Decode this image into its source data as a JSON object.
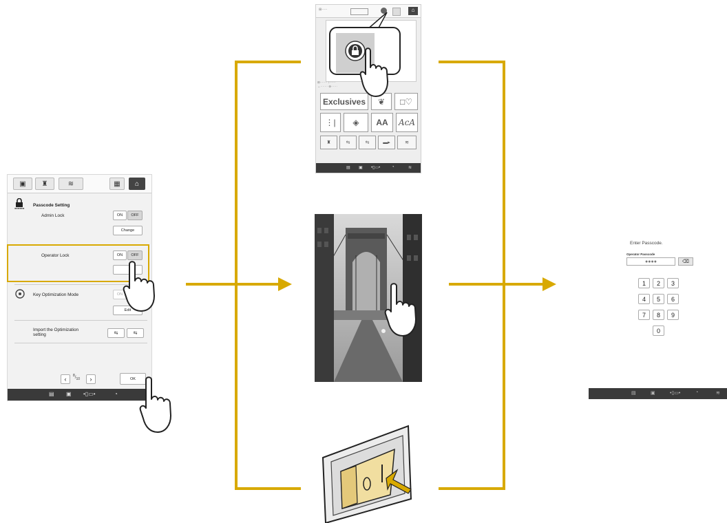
{
  "settings_screen": {
    "tabs": [
      {
        "name": "settings-tab-icon"
      },
      {
        "name": "machine-tab-icon"
      },
      {
        "name": "wifi-tab-icon"
      }
    ],
    "passcode_setting_label": "Passcode Setting",
    "admin_lock_label": "Admin Lock",
    "admin_on": "ON",
    "admin_off": "OFF",
    "change_label": "Change",
    "operator_lock_label": "Operator Lock",
    "operator_on": "ON",
    "operator_off": "OFF",
    "key_opt_label": "Key Optimization Mode",
    "key_opt_on": "ON",
    "edit_label": "Edit",
    "import_label_line1": "Import the Optimization",
    "import_label_line2": "setting",
    "page_num": "8",
    "page_den": "10",
    "ok_label": "OK"
  },
  "home_screen": {
    "exclusives_label": "Exclusives",
    "font_label": "AA",
    "script_label": "AcA"
  },
  "passcode_screen": {
    "title": "Enter Passcode.",
    "field_label": "Operator Passcode",
    "masked_value": "●●●●",
    "keys": [
      "1",
      "2",
      "3",
      "4",
      "5",
      "6",
      "7",
      "8",
      "9",
      "0"
    ]
  },
  "colors": {
    "flow_line": "#d8a900",
    "highlight": "#d8a900"
  }
}
